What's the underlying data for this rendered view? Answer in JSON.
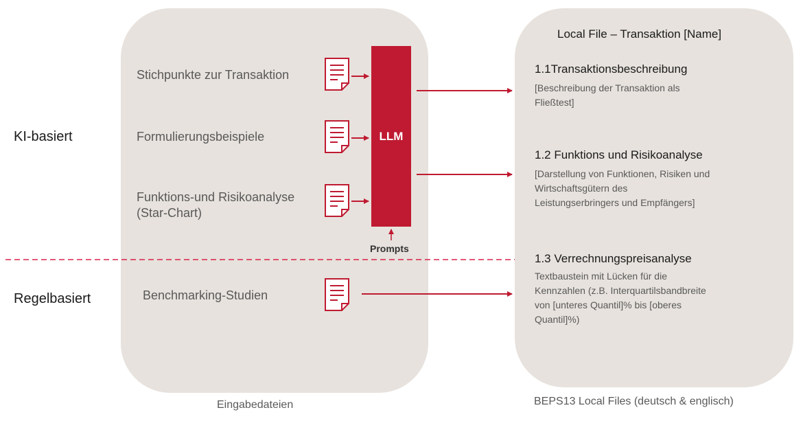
{
  "left_panel": {
    "inputs": [
      {
        "label": "Stichpunkte zur Transaktion"
      },
      {
        "label": "Formulierungsbeispiele"
      },
      {
        "label": "Funktions-und Risikoanalyse\n(Star-Chart)"
      },
      {
        "label": "Benchmarking-Studien"
      }
    ],
    "llm_label": "LLM",
    "prompts_label": "Prompts",
    "caption": "Eingabedateien"
  },
  "categories": {
    "ai": "KI-basiert",
    "rule": "Regelbasiert"
  },
  "right_panel": {
    "title": "Local File – Transaktion [Name]",
    "sections": [
      {
        "heading": "1.1Transaktionsbeschreibung",
        "body": "[Beschreibung der Transaktion als\nFließtest]"
      },
      {
        "heading": "1.2 Funktions und Risikoanalyse",
        "body": "[Darstellung von Funktionen, Risiken und\nWirtschaftsgütern des\nLeistungserbringers und Empfängers]"
      },
      {
        "heading": "1.3 Verrechnungspreisanalyse",
        "body": "Textbaustein mit Lücken für die\nKennzahlen (z.B. Interquartilsbandbreite\nvon [unteres Quantil]% bis [oberes\nQuantil]%)"
      }
    ],
    "caption": "BEPS13 Local Files (deutsch & englisch)"
  },
  "colors": {
    "accent": "#bf1a31",
    "panel": "#e7e2dd"
  }
}
